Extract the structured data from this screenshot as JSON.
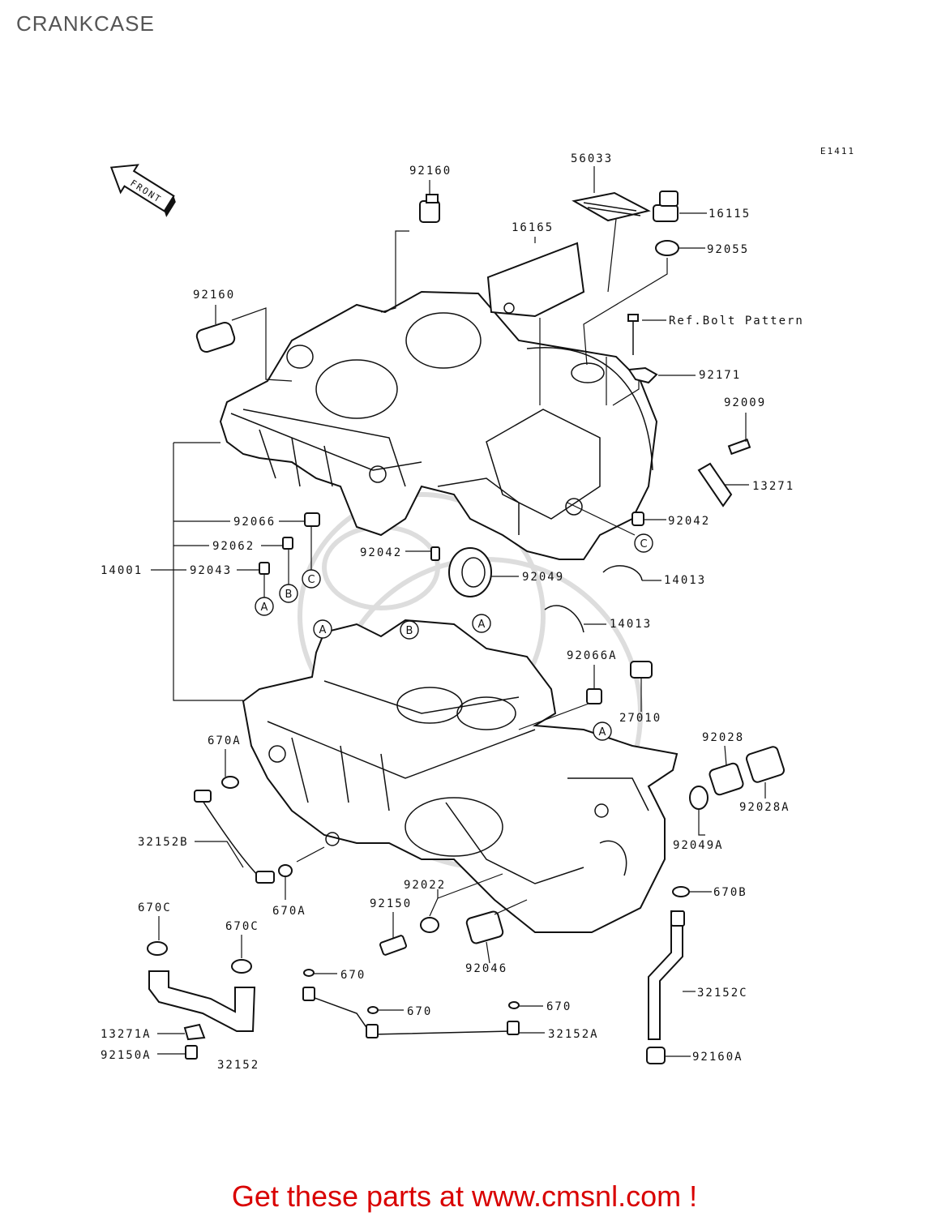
{
  "page": {
    "title": "CRANKCASE",
    "footer": "Get these parts at www.cmsnl.com !"
  },
  "diagram": {
    "code": "E1411",
    "front_label": "FRONT",
    "labels": {
      "p92160_top": "92160",
      "p56033": "56033",
      "p16115": "16115",
      "p16165": "16165",
      "p92055": "92055",
      "p92160_left": "92160",
      "ref_bolt": "Ref.Bolt Pattern",
      "p92171": "92171",
      "p92009": "92009",
      "p13271": "13271",
      "p92066": "92066",
      "p92042_r": "92042",
      "p92062": "92062",
      "p14001": "14001",
      "p92043": "92043",
      "p92042_c": "92042",
      "p92049": "92049",
      "p14013_a": "14013",
      "p14013_b": "14013",
      "p92066A": "92066A",
      "p27010": "27010",
      "p670A_a": "670A",
      "p92028": "92028",
      "p92028A": "92028A",
      "p32152B": "32152B",
      "p92049A": "92049A",
      "p92022": "92022",
      "p670B": "670B",
      "p92150": "92150",
      "p670A_b": "670A",
      "p670C_a": "670C",
      "p670C_b": "670C",
      "p92046": "92046",
      "p670_a": "670",
      "p32152C": "32152C",
      "p670_b": "670",
      "p670_c": "670",
      "p13271A": "13271A",
      "p32152A": "32152A",
      "p92150A": "92150A",
      "p32152": "32152",
      "p92160A": "92160A"
    },
    "callouts": {
      "a": "A",
      "b": "B",
      "c": "C"
    }
  }
}
